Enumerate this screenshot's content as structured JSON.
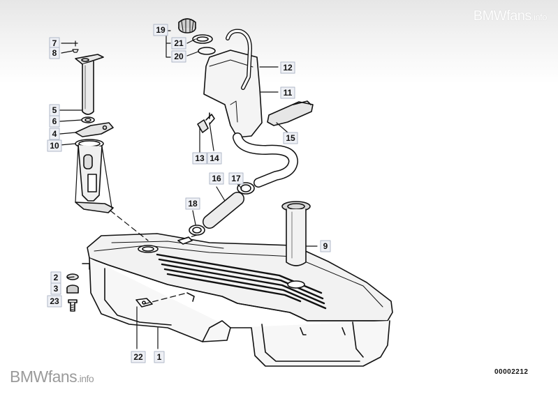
{
  "watermark": {
    "top_main": "BMWfans",
    "top_sub": ".info",
    "bottom_main": "BMWfans",
    "bottom_sub": ".info"
  },
  "diagram_code": "00002212",
  "callouts": [
    {
      "id": "7",
      "label": "7"
    },
    {
      "id": "8",
      "label": "8"
    },
    {
      "id": "5",
      "label": "5"
    },
    {
      "id": "6",
      "label": "6"
    },
    {
      "id": "4",
      "label": "4"
    },
    {
      "id": "10",
      "label": "10"
    },
    {
      "id": "19",
      "label": "19"
    },
    {
      "id": "21",
      "label": "21"
    },
    {
      "id": "20",
      "label": "20"
    },
    {
      "id": "12",
      "label": "12"
    },
    {
      "id": "11",
      "label": "11"
    },
    {
      "id": "15",
      "label": "15"
    },
    {
      "id": "13",
      "label": "13"
    },
    {
      "id": "14",
      "label": "14"
    },
    {
      "id": "16",
      "label": "16"
    },
    {
      "id": "17",
      "label": "17"
    },
    {
      "id": "18",
      "label": "18"
    },
    {
      "id": "9",
      "label": "9"
    },
    {
      "id": "2",
      "label": "2"
    },
    {
      "id": "3",
      "label": "3"
    },
    {
      "id": "23",
      "label": "23"
    },
    {
      "id": "22",
      "label": "22"
    },
    {
      "id": "1",
      "label": "1"
    }
  ]
}
